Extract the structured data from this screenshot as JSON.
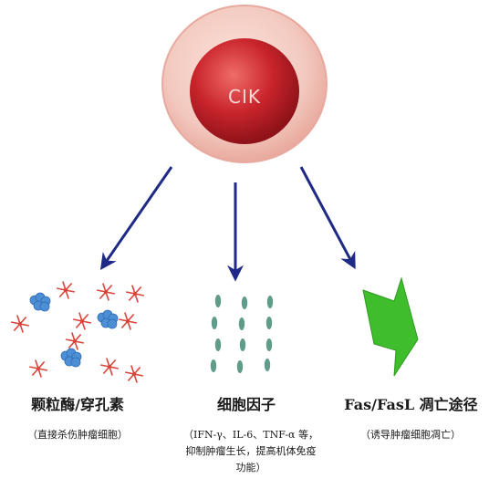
{
  "cell": {
    "label": "CIK"
  },
  "branches": [
    {
      "title": "颗粒酶/穿孔素",
      "note_lines": [
        "（直接杀伤肿瘤细胞）"
      ]
    },
    {
      "title": "细胞因子",
      "note_lines": [
        "（IFN-γ、IL-6、TNF-α 等，",
        "抑制肿瘤生长，提高机体免疫",
        "功能）"
      ]
    },
    {
      "title": "Fas/FasL 凋亡途径",
      "note_lines": [
        "（诱导肿瘤细胞凋亡）"
      ]
    }
  ],
  "colors": {
    "cell_outer": "#f3c9bf",
    "cell_inner": "#c8242b",
    "arrow": "#1f2a86",
    "star": "#d8453a",
    "blob": "#4d8fd4",
    "cytokine": "#5f9c8a",
    "fas_shape": "#3fbd2c"
  }
}
